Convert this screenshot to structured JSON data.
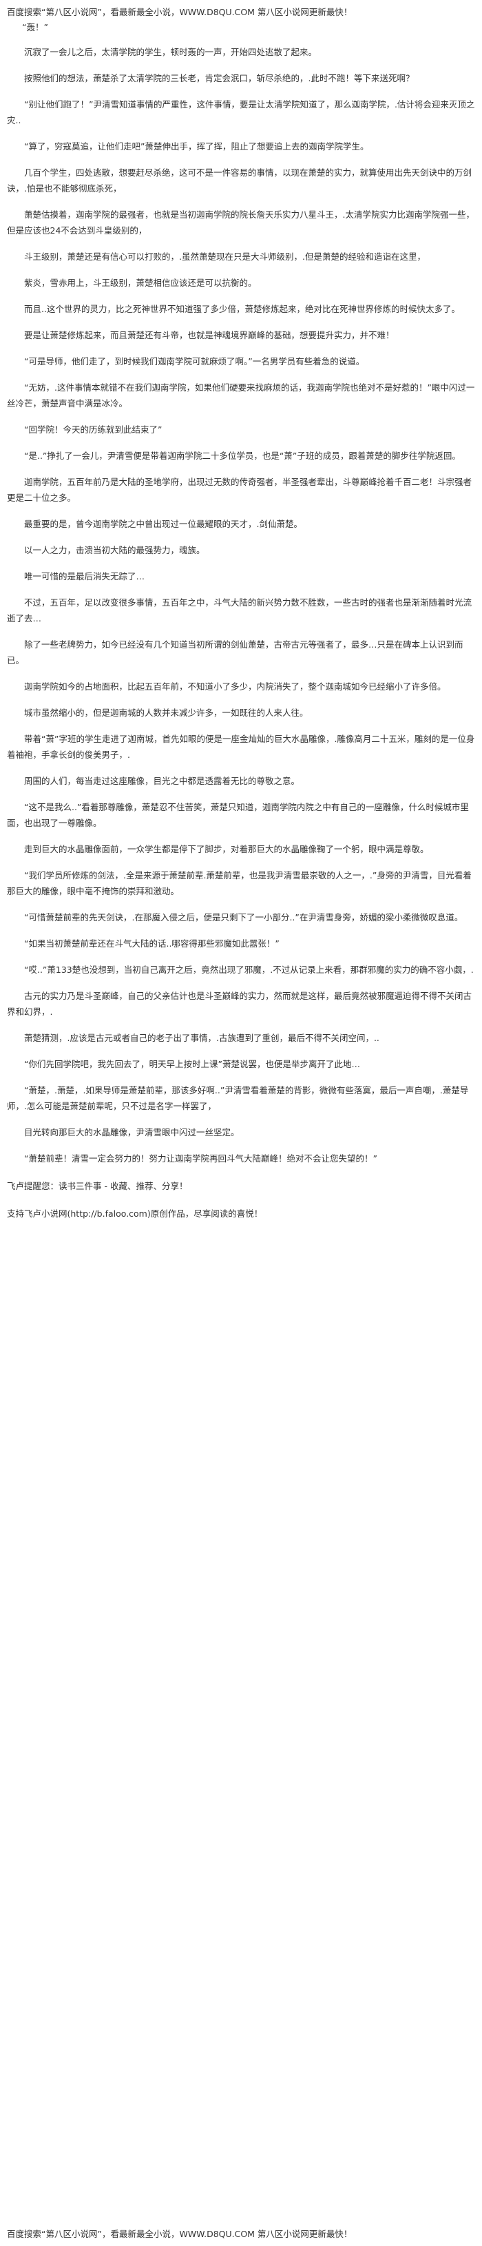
{
  "header": {
    "banner": "百度搜索“第八区小说网”，看最新最全小说，WWW.D8QU.COM  第八区小说网更新最快！",
    "banner_after": "“轰！”"
  },
  "paragraphs": [
    "沉寂了一会儿之后，太清学院的学生，顿时轰的一声，开始四处逃散了起来。",
    "按照他们的想法，萧楚杀了太清学院的三长老，肯定会泯口，斩尽杀绝的，.此时不跑！等下来送死啊？",
    "“别让他们跑了！”尹清雪知道事情的严重性，这件事情，要是让太清学院知道了，那么迦南学院，.估计将会迎来灭顶之灾..",
    "“算了，穷寇莫追，让他们走吧”萧楚伸出手，挥了挥，阻止了想要追上去的迦南学院学生。",
    "几百个学生，四处逃散，想要赶尽杀绝，这可不是一件容易的事情，以现在萧楚的实力，就算使用出先天剑诀中的万剑诀，.怕是也不能够彻底杀死，",
    "萧楚估摸着，迦南学院的最强者，也就是当初迦南学院的院长詹天乐实力八星斗王，.太清学院实力比迦南学院强一些，但是应该也24不会达到斗皇级别的，",
    "斗王级别，萧楚还是有信心可以打败的，.虽然萧楚现在只是大斗师级别，.但是萧楚的经验和造诣在这里，",
    "紫炎，雪赤用上，斗王级别，萧楚相信应该还是可以抗衡的。",
    "而且..这个世界的灵力，比之死神世界不知道强了多少倍，萧楚修炼起来，绝对比在死神世界修炼的时候快太多了。",
    "要是让萧楚修炼起来，而且萧楚还有斗帝，也就是神魂境界巅峰的基础，想要提升实力，并不难！",
    "“可是导师，他们走了，到时候我们迦南学院可就麻烦了啊。”一名男学员有些着急的说道。",
    "“无妨，.这件事情本就错不在我们迦南学院，如果他们硬要来找麻烦的话，我迦南学院也绝对不是好惹的！”眼中闪过一丝冷芒，萧楚声音中满是冰冷。",
    "“回学院！今天的历练就到此结束了”",
    "“是..”挣扎了一会儿，尹清雪便是带着迦南学院二十多位学员，也是“萧”子班的成员，跟着萧楚的脚步往学院返回。",
    "迦南学院，五百年前乃是大陆的圣地学府，出现过无数的传奇强者，半圣强者辈出，斗尊巅峰抢着千百二老！斗宗强者更是二十位之多。",
    "最重要的是，曾今迦南学院之中曾出现过一位最耀眼的天才，.剑仙萧楚。",
    "以一人之力，击溃当初大陆的最强势力，魂族。",
    "唯一可惜的是最后消失无踪了…",
    "不过，五百年，足以改变很多事情，五百年之中，斗气大陆的新兴势力数不胜数，一些古时的强者也是渐渐随着时光流逝了去…",
    "除了一些老牌势力，如今已经没有几个知道当初所谓的剑仙萧楚，古帝古元等强者了，最多…只是在碑本上认识到而已。",
    "迦南学院如今的占地面积，比起五百年前，不知道小了多少，内院消失了，整个迦南城如今已经缩小了许多倍。",
    "城市虽然缩小的，但是迦南城的人数并未减少许多，一如既往的人来人往。",
    "带着“萧”字班的学生走进了迦南城，首先如眼的便是一座金灿灿的巨大水晶雕像，.雕像高月二十五米，雕刻的是一位身着袖袍，手拿长剑的俊美男子，.",
    "周围的人们，每当走过这座雕像，目光之中都是透露着无比的尊敬之意。",
    "“这不是我么..”看着那尊雕像，萧楚忍不住苦笑，萧楚只知道，迦南学院内院之中有自己的一座雕像，什么时候城市里面，也出现了一尊雕像。",
    "走到巨大的水晶雕像面前，一众学生都是停下了脚步，对着那巨大的水晶雕像鞠了一个躬，眼中满是尊敬。",
    "“我们学员所修炼的剑法，.全是来源于萧楚前辈.萧楚前辈，也是我尹清雪最崇敬的人之一，.”身旁的尹清雪，目光看着那巨大的雕像，眼中毫不掩饰的崇拜和激动。",
    "“可惜萧楚前辈的先天剑诀，.在那魔入侵之后，便是只剩下了一小部分..”在尹清雪身旁，娇媚的梁小柔微微叹息道。",
    "“如果当初萧楚前辈还在斗气大陆的话..哪容得那些邪魔如此嚣张！”",
    "“哎..”萧133楚也没想到，当初自己离开之后，竟然出现了邪魔，.不过从记录上来看，那群邪魔的实力的确不容小觑，.",
    "古元的实力乃是斗圣巅峰，自己的父亲估计也是斗圣巅峰的实力，然而就是这样，最后竟然被邪魔逼迫得不得不关闭古界和幻界，.",
    "萧楚猜测，.应该是古元或者自己的老子出了事情，.古族遭到了重创，最后不得不关闭空间，..",
    "“你们先回学院吧，我先回去了，明天早上按时上课”萧楚说罢，也便是举步离开了此地…",
    "“萧楚，.萧楚，.如果导师是萧楚前辈，那该多好啊..”尹清雪看着萧楚的背影，微微有些落寞，最后一声自嘲，.萧楚导师，.怎么可能是萧楚前辈呢，只不过是名字一样罢了，",
    "目光转向那巨大的水晶雕像，尹清雪眼中闪过一丝坚定。",
    "“萧楚前辈！清雪一定会努力的！努力让迦南学院再回斗气大陆巅峰！绝对不会让您失望的！”"
  ],
  "footer": {
    "line1": "飞卢提醒您：读书三件事 - 收藏、推荐、分享！",
    "line2": "支持飞卢小说网(http://b.faloo.com)原创作品，尽享阅读的喜悦！",
    "banner": "百度搜索“第八区小说网”，看最新最全小说，WWW.D8QU.COM  第八区小说网更新最快！"
  }
}
